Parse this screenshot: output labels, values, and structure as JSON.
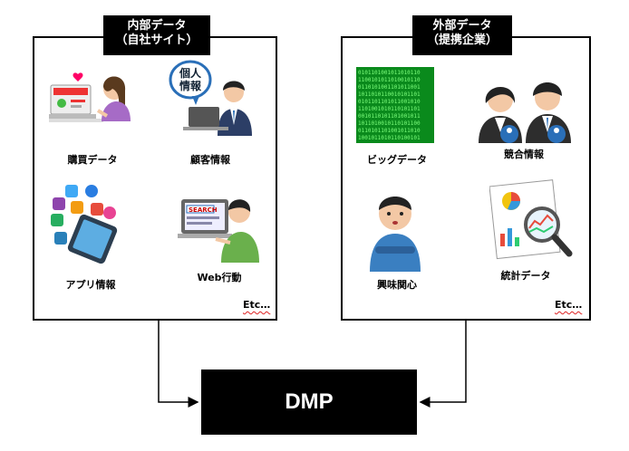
{
  "internal": {
    "title_line1": "内部データ",
    "title_line2": "（自社サイト）",
    "items": [
      {
        "label": "購買データ",
        "icon": "shopping-woman-laptop-icon"
      },
      {
        "label": "顧客情報",
        "icon": "personal-info-man-laptop-icon"
      },
      {
        "label": "アプリ情報",
        "icon": "smartphone-apps-icon"
      },
      {
        "label": "Web行動",
        "icon": "web-search-man-icon"
      }
    ],
    "etc": "Etc…"
  },
  "external": {
    "title_line1": "外部データ",
    "title_line2": "（提携企業）",
    "items": [
      {
        "label": "ビッグデータ",
        "icon": "big-data-matrix-icon"
      },
      {
        "label": "競合情報",
        "icon": "business-people-icon"
      },
      {
        "label": "興味関心",
        "icon": "thinking-man-icon"
      },
      {
        "label": "統計データ",
        "icon": "statistics-magnifier-icon"
      }
    ],
    "etc": "Etc…"
  },
  "dmp_label": "DMP",
  "speech_bubble": "個人\n情報",
  "search_label": "SEARCH"
}
